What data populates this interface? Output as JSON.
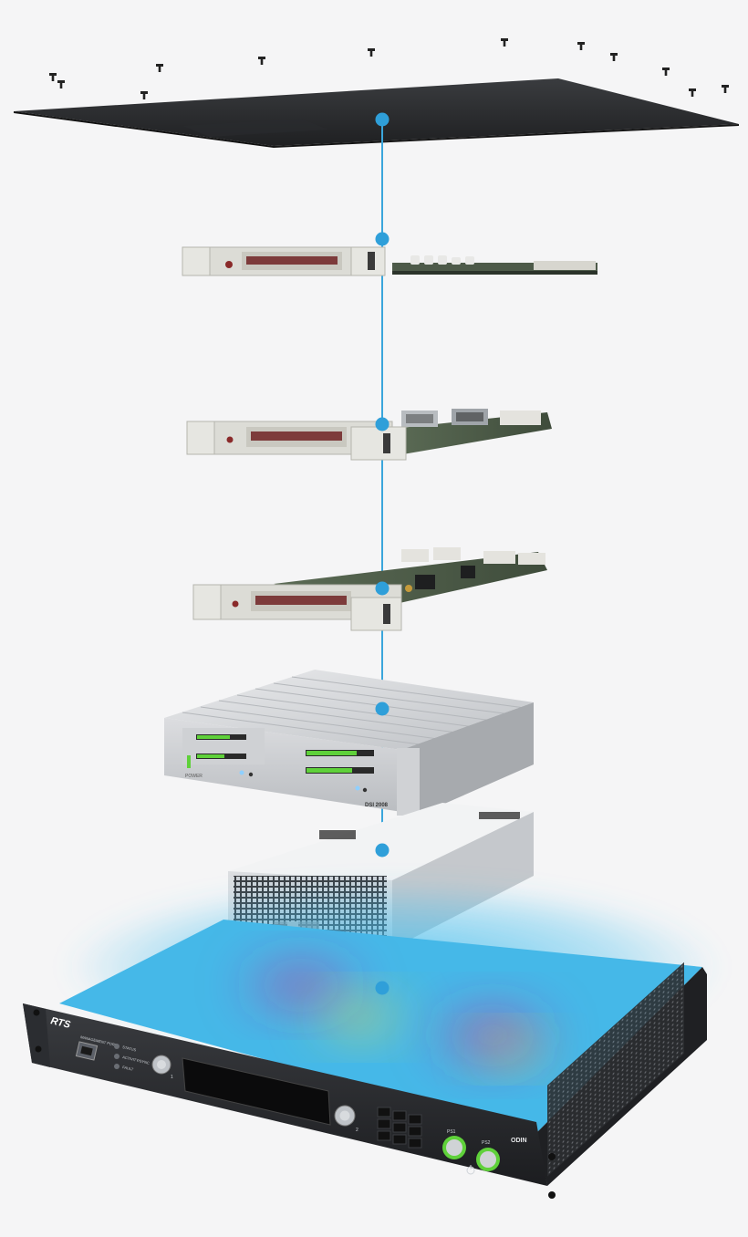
{
  "brand": {
    "logo_text": "RTS",
    "product_name": "ODIN"
  },
  "frame_panel": {
    "management_port_label": "MANAGEMENT PORT",
    "status_labels": [
      "STATUS",
      "ACTIVITY/SYNC",
      "FAULT"
    ],
    "psu_labels": [
      "PS1",
      "PS2"
    ],
    "knob_labels": [
      "1",
      "2"
    ]
  },
  "expansion_module": {
    "model_label": "DSI 2008",
    "power_label": "POWER"
  },
  "colors": {
    "connector_line": "#3aa6dc",
    "connector_dot": "#2f9fd9",
    "glow_cyan": "#49c0ef",
    "glow_magenta": "#c0329a",
    "glow_yellow": "#f0e23a",
    "chassis_dark": "#2a2c2f",
    "led_green": "#5fd13a"
  },
  "icons": [
    "screw-icon",
    "power-icon",
    "ethernet-port-icon"
  ]
}
